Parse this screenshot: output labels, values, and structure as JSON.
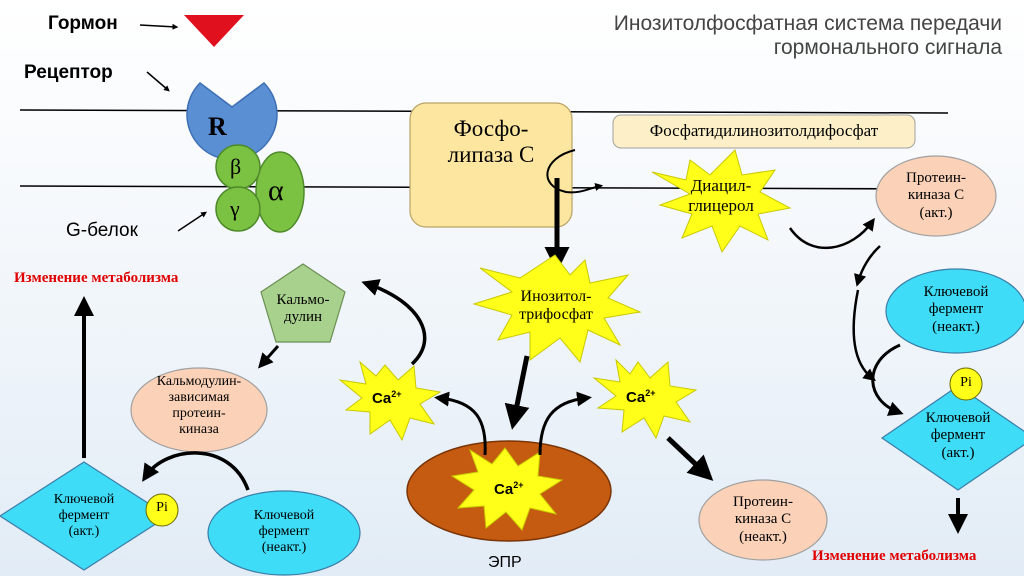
{
  "title": {
    "line1": "Инозитолфосфатная  система передачи",
    "line2": "гормонального сигнала"
  },
  "labels": {
    "hormone": "Гормон",
    "receptor": "Рецептор",
    "receptor_letter": "R",
    "beta": "β",
    "gamma": "γ",
    "alpha": "α",
    "g_protein": "G-белок",
    "phospholipase_l1": "Фосфо-",
    "phospholipase_l2": "липаза С",
    "pip2": "Фосфатидилинозитолдифосфат",
    "dag_l1": "Диацил-",
    "dag_l2": "глицерол",
    "pkc_active_l1": "Протеин-",
    "pkc_active_l2": "киназа С",
    "pkc_active_l3": "(акт.)",
    "ip3_l1": "Инозитол-",
    "ip3_l2": "трифосфат",
    "calmodulin_l1": "Кальмо-",
    "calmodulin_l2": "дулин",
    "cam_kinase_l1": "Кальмодулин-",
    "cam_kinase_l2": "зависимая",
    "cam_kinase_l3": "протеин-",
    "cam_kinase_l4": "киназа",
    "metabolism_change_left": "Изменение метаболизма",
    "metabolism_change_right": "Изменение метаболизма",
    "key_enzyme_active_left_l1": "Ключевой",
    "key_enzyme_active_left_l2": "фермент",
    "key_enzyme_active_left_l3": "(акт.)",
    "pi_left": "Pi",
    "key_enzyme_inactive_left_l1": "Ключевой",
    "key_enzyme_inactive_left_l2": "фермент",
    "key_enzyme_inactive_left_l3": "(неакт.)",
    "ca_left": "Ca",
    "ca_left_sup": "2+",
    "ca_center": "Ca",
    "ca_center_sup": "2+",
    "ca_right": "Ca",
    "ca_right_sup": "2+",
    "er": "ЭПР",
    "pkc_inactive_l1": "Протеин-",
    "pkc_inactive_l2": "киназа С",
    "pkc_inactive_l3": "(неакт.)",
    "key_enzyme_inactive_right_l1": "Ключевой",
    "key_enzyme_inactive_right_l2": "фермент",
    "key_enzyme_inactive_right_l3": "(неакт.)",
    "pi_right": "Pi",
    "key_enzyme_active_right_l1": "Ключевой",
    "key_enzyme_active_right_l2": "фермент",
    "key_enzyme_active_right_l3": "(акт.)"
  },
  "colors": {
    "hormone": "#e0101e",
    "receptor": "#5b8fd4",
    "g_protein": "#7cc242",
    "phospholipase": "#fde6a0",
    "pip2_box": "#fdf0c8",
    "star": "#ffff19",
    "pkc": "#fbd2b8",
    "key_enzyme": "#3fdcf7",
    "calmodulin": "#a9d18e",
    "er": "#c55a11",
    "metabolism_text": "#e00000"
  }
}
